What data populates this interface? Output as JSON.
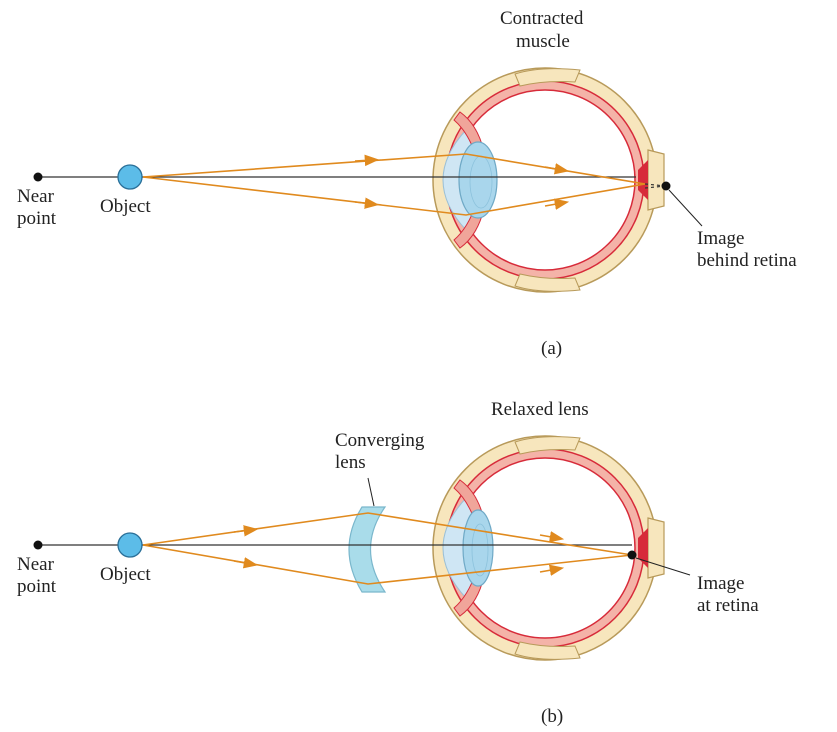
{
  "colors": {
    "ray": "#e08a1e",
    "axis": "#333333",
    "object_fill": "#5cbce8",
    "object_stroke": "#2a6f98",
    "sclera": "#f7e6bd",
    "sclera_stroke": "#b89a5a",
    "retina": "#d72b3a",
    "eye_interior": "#ffffff",
    "cornea": "#cfe6f4",
    "lens_fill": "#a9d6ec",
    "converging_lens": "#a9dcea"
  },
  "panel_a": {
    "near_point_line1": "Near",
    "near_point_line2": "point",
    "object_label": "Object",
    "top_label_line1": "Contracted",
    "top_label_line2": "muscle",
    "image_label_line1": "Image",
    "image_label_line2": "behind retina",
    "caption": "(a)"
  },
  "panel_b": {
    "near_point_line1": "Near",
    "near_point_line2": "point",
    "object_label": "Object",
    "top_label": "Relaxed lens",
    "lens_label_line1": "Converging",
    "lens_label_line2": "lens",
    "image_label_line1": "Image",
    "image_label_line2": "at retina",
    "caption": "(b)"
  }
}
